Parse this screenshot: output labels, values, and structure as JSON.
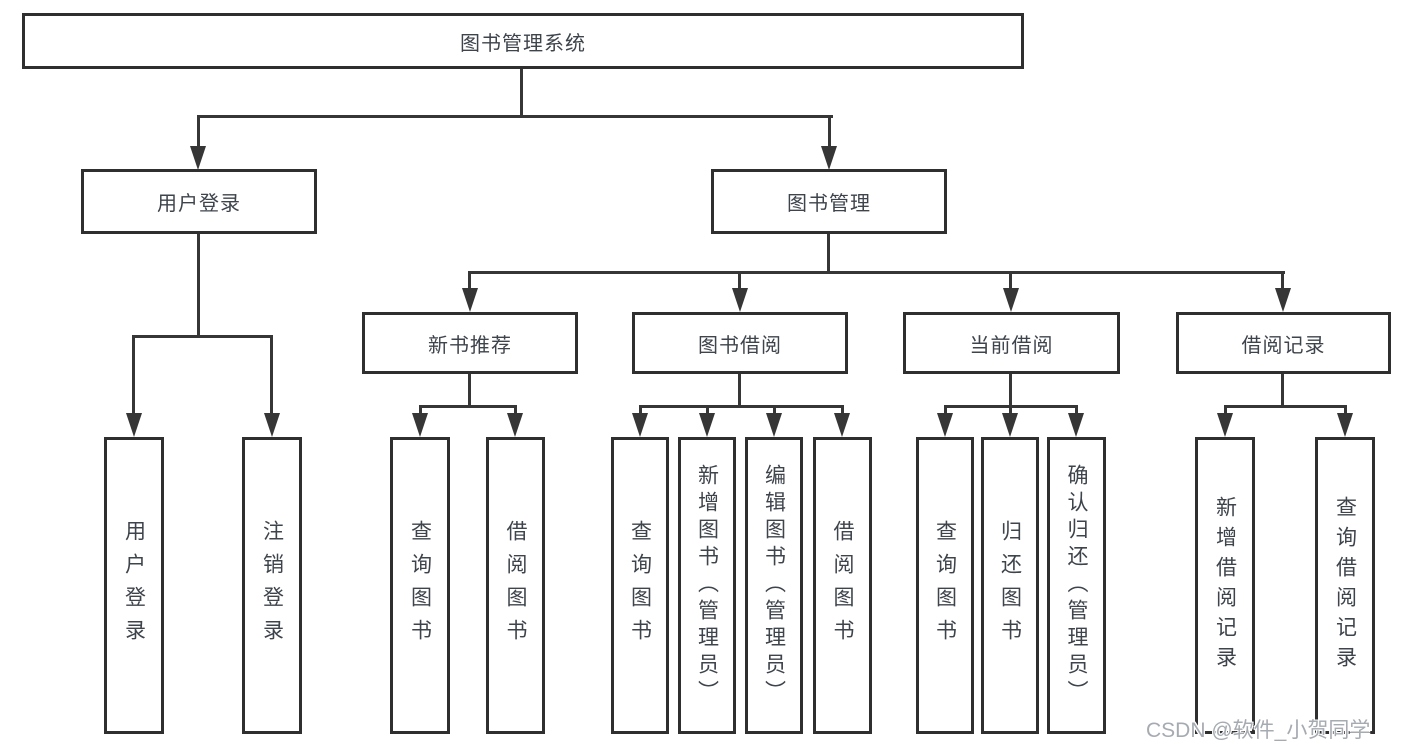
{
  "diagram": {
    "root": {
      "label": "图书管理系统"
    },
    "branches": [
      {
        "label": "用户登录",
        "children": [
          {
            "label": "用户登录"
          },
          {
            "label": "注销登录"
          }
        ]
      },
      {
        "label": "图书管理",
        "children": [
          {
            "label": "新书推荐",
            "children": [
              {
                "label": "查询图书"
              },
              {
                "label": "借阅图书"
              }
            ]
          },
          {
            "label": "图书借阅",
            "children": [
              {
                "label": "查询图书"
              },
              {
                "label": "新增图书（管理员）"
              },
              {
                "label": "编辑图书（管理员）"
              },
              {
                "label": "借阅图书"
              }
            ]
          },
          {
            "label": "当前借阅",
            "children": [
              {
                "label": "查询图书"
              },
              {
                "label": "归还图书"
              },
              {
                "label": "确认归还（管理员）"
              }
            ]
          },
          {
            "label": "借阅记录",
            "children": [
              {
                "label": "新增借阅记录"
              },
              {
                "label": "查询借阅记录"
              }
            ]
          }
        ]
      }
    ]
  },
  "watermark": {
    "text": "CSDN @软件_小贺同学"
  },
  "colors": {
    "line": "#363636",
    "border": "#2f2f2f",
    "text": "#3e444c",
    "watermark": "#a6abb2",
    "bg": "#ffffff"
  }
}
